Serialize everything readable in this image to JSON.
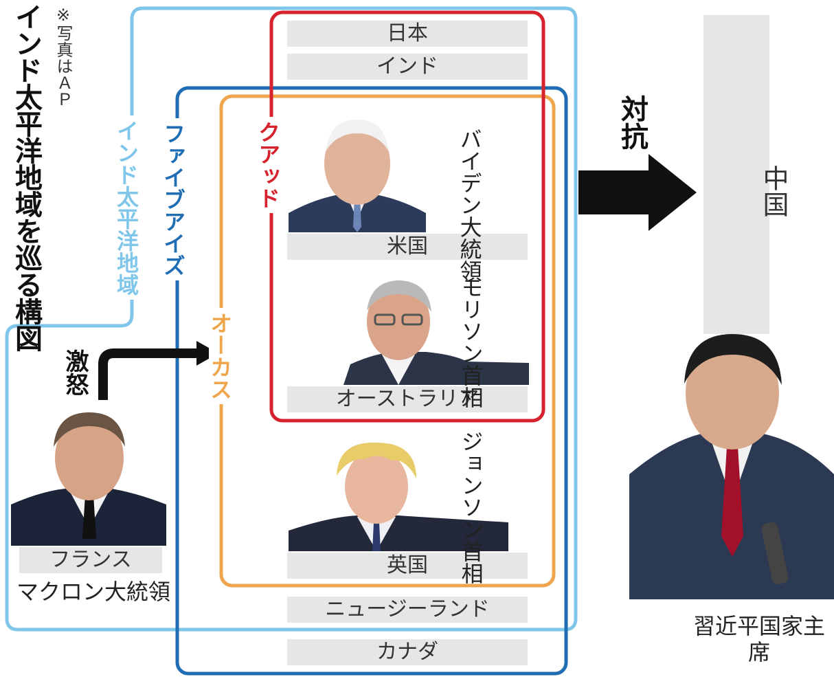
{
  "title": "インド太平洋地域を巡る構図",
  "photo_note": "※写真はＡＰ",
  "groups": {
    "indo_pacific": "インド太平洋地域",
    "five_eyes": "ファイブアイズ",
    "quad": "クアッド",
    "aukus": "オーカス"
  },
  "countries": {
    "japan": "日本",
    "india": "インド",
    "usa": "米国",
    "australia": "オーストラリア",
    "uk": "英国",
    "new_zealand": "ニュージーランド",
    "canada": "カナダ",
    "france": "フランス",
    "china": "中国"
  },
  "leaders": {
    "biden": "バイデン大統領",
    "morrison": "モリソン首相",
    "johnson": "ジョンソン首相",
    "macron": "マクロン大統領",
    "xi": "習近平国家主席"
  },
  "relations": {
    "oppose": "対抗",
    "outrage": "激怒"
  },
  "colors": {
    "indo_pacific": "#7fc6ea",
    "five_eyes": "#1f6db3",
    "quad": "#d5222c",
    "aukus": "#eea54b",
    "label_bg": "#e6e6e6"
  }
}
